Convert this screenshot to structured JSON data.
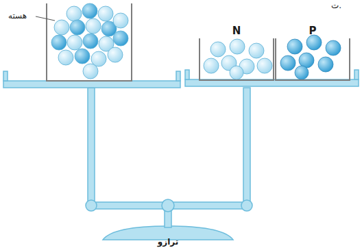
{
  "diagram": {
    "nodes": [
      {
        "text": [
          "N"
        ]
      },
      {
        "text": [
          "P"
        ]
      }
    ],
    "labels": [
      "ت.",
      "هسته",
      "ترازو"
    ]
  }
}
